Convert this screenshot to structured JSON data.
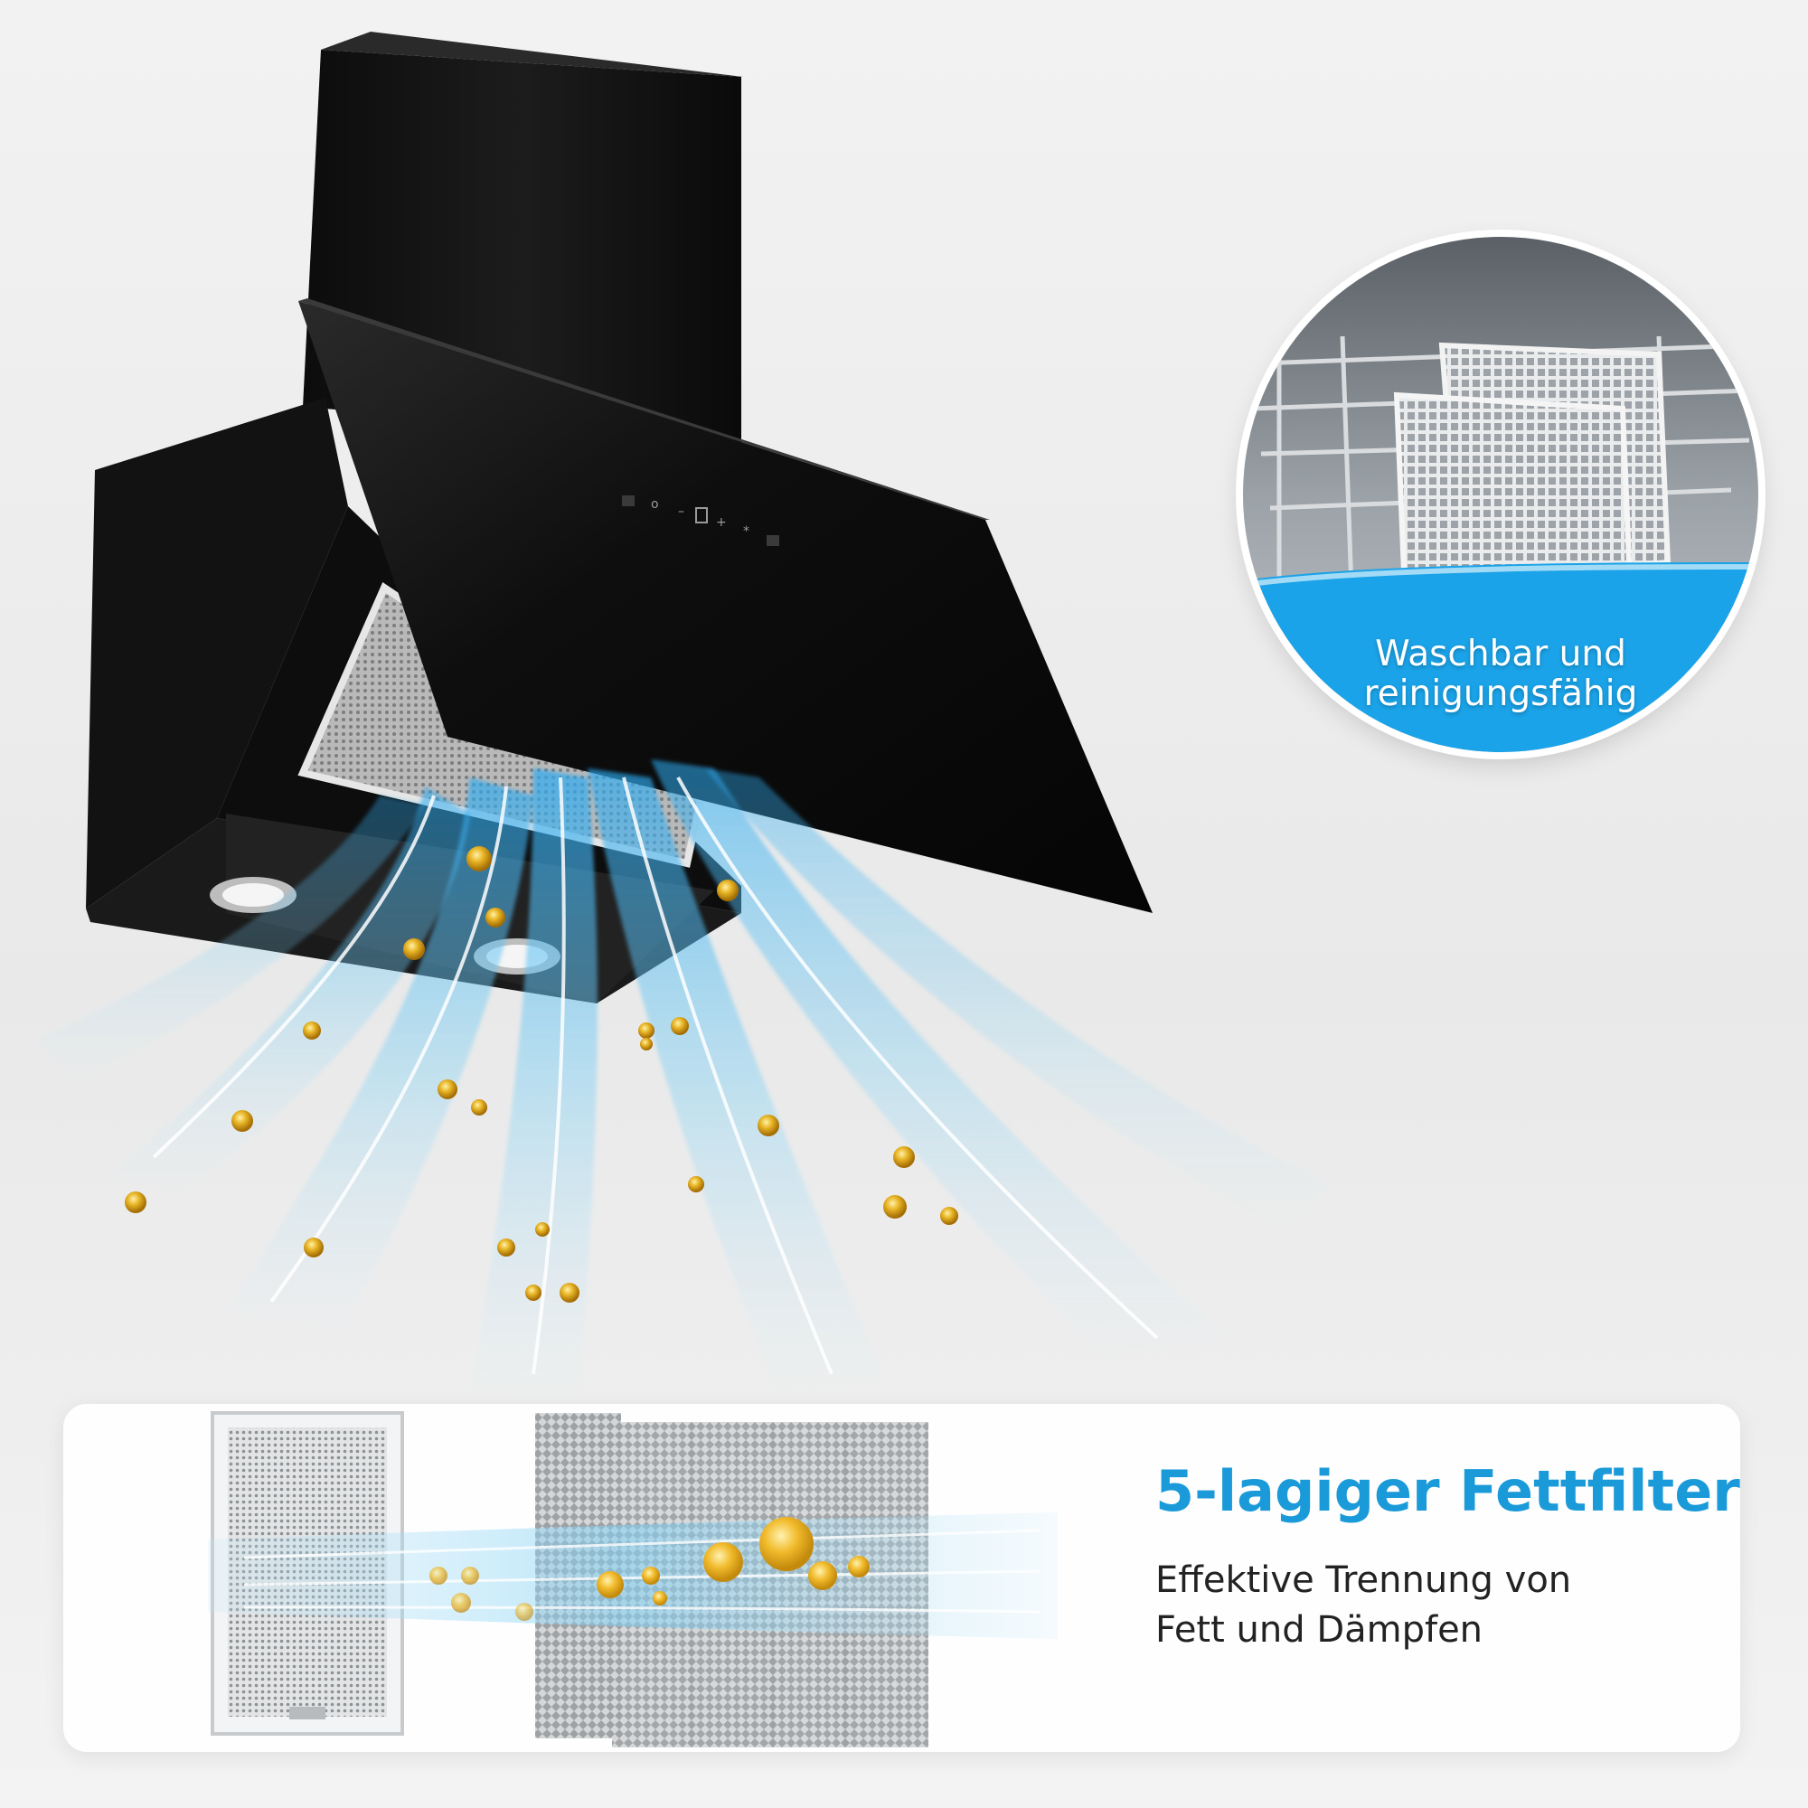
{
  "badge": {
    "caption_line1": "Waschbar und",
    "caption_line2": "reinigungsfähig",
    "band_color": "#1aa3e8"
  },
  "feature": {
    "title": "5-lagiger Fettfilter",
    "description_line1": "Effektive Trennung von",
    "description_line2": "Fett und Dämpfen",
    "title_color": "#1a9ad9"
  },
  "icons": {
    "hood": "range-hood-illustration",
    "airflow": "airflow-streams",
    "grease": "grease-droplets",
    "dishwasher": "dishwasher-basket-photo",
    "filter": "filter-layers-illustration"
  }
}
